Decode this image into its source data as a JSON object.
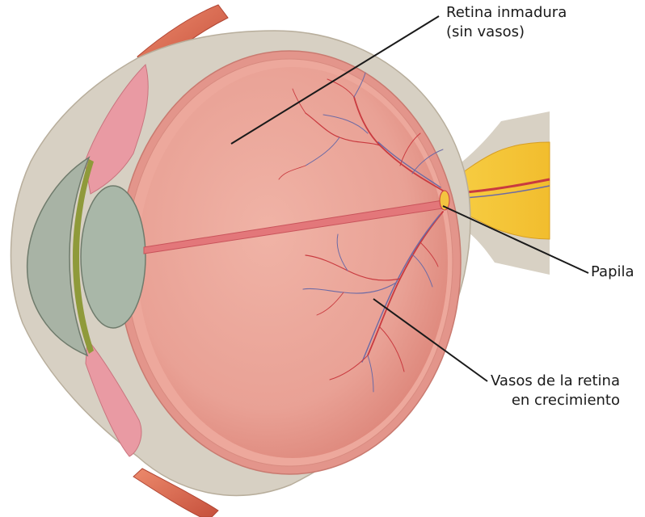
{
  "labels": {
    "immature_retina": {
      "line1": "Retina inmadura",
      "line2": "(sin vasos)"
    },
    "papilla": "Papila",
    "retinal_vessels": {
      "line1": "Vasos de la retina",
      "line2": "en crecimiento"
    }
  },
  "colors": {
    "sclera": "#d7d0c3",
    "choroid": "#e2958c",
    "vitreous": "#e9a196",
    "lens": "#a9b7a8",
    "cornea_layer": "#8f9a3a",
    "optic_nerve": "#f3c440",
    "vessels_red": "#c93a3f",
    "vessels_blue": "#6c6aa5",
    "muscle": "#d9664d",
    "leader_line": "#1a1a1a"
  }
}
